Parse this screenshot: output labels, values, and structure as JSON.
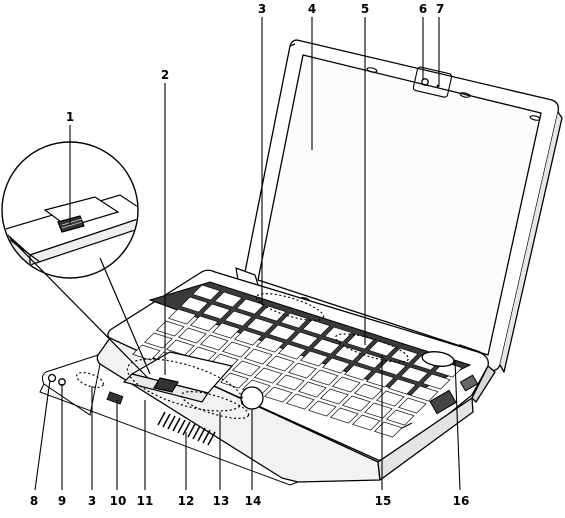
{
  "callouts": {
    "c1": "1",
    "c2": "2",
    "c3_top": "3",
    "c3_bottom": "3",
    "c4": "4",
    "c5": "5",
    "c6": "6",
    "c7": "7",
    "c8": "8",
    "c9": "9",
    "c10": "10",
    "c11": "11",
    "c12": "12",
    "c13": "13",
    "c14": "14",
    "c15": "15",
    "c16": "16"
  },
  "colors": {
    "line": "#000000",
    "background": "#ffffff",
    "body_shade": "#f2f2f2",
    "dark": "#1a1a1a"
  },
  "icons": [
    "laptop-illustration",
    "fingerprint-sensor-magnified-icon",
    "webcam-icon",
    "microphone-icon",
    "power-button-icon"
  ]
}
